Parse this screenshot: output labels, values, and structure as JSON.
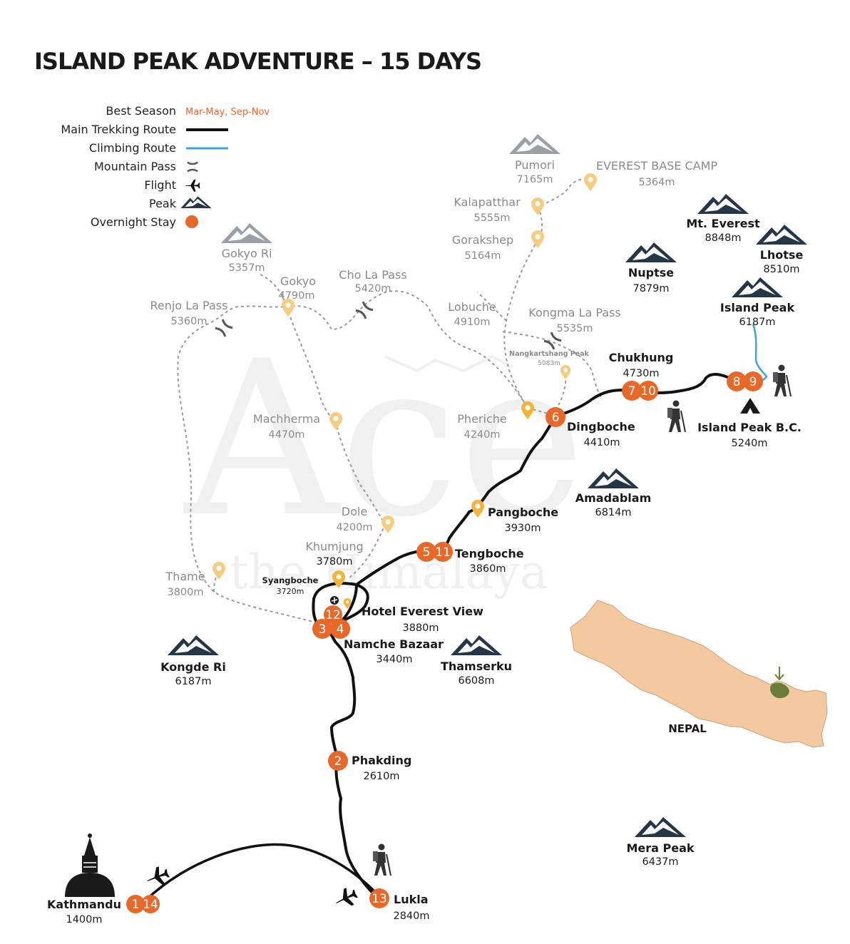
{
  "title": "ISLAND PEAK ADVENTURE – 15 DAYS",
  "legend": {
    "best_season_label": "Best Season",
    "best_season_value": "Mar-May, Sep-Nov",
    "main_route": "Main Trekking Route",
    "climbing_route": "Climbing Route",
    "mountain_pass": "Mountain Pass",
    "flight": "Flight",
    "peak": "Peak",
    "overnight": "Overnight Stay"
  },
  "colors": {
    "accent": "#e8682a",
    "main_route": "#111111",
    "climb_route": "#3aa3e0",
    "side_route": "#9a9a9a",
    "pin": "#f3b43c",
    "peak": "#253746",
    "nepal": "#f4c9a0"
  },
  "watermark": {
    "line1": "Ace",
    "line2": "the Himalaya"
  },
  "stops": {
    "kathmandu": {
      "name": "Kathmandu",
      "alt": "1400m",
      "days": [
        "1",
        "14"
      ]
    },
    "lukla": {
      "name": "Lukla",
      "alt": "2840m",
      "days": [
        "13"
      ]
    },
    "phakding": {
      "name": "Phakding",
      "alt": "2610m",
      "days": [
        "2"
      ]
    },
    "namche": {
      "name": "Namche Bazaar",
      "alt": "3440m",
      "days": [
        "3",
        "4"
      ]
    },
    "hotel": {
      "name": "Hotel Everest View",
      "alt": "3880m",
      "days": [
        "12"
      ]
    },
    "tengboche": {
      "name": "Tengboche",
      "alt": "3860m",
      "days": [
        "5",
        "11"
      ]
    },
    "pangboche": {
      "name": "Pangboche",
      "alt": "3930m"
    },
    "dingboche": {
      "name": "Dingboche",
      "alt": "4410m",
      "days": [
        "6"
      ]
    },
    "chukhung": {
      "name": "Chukhung",
      "alt": "4730m",
      "days": [
        "7",
        "10"
      ]
    },
    "ipbc": {
      "name": "Island Peak B.C.",
      "alt": "5240m",
      "days": [
        "8",
        "9"
      ]
    },
    "syangboche": {
      "name": "Syangboche",
      "alt": "3720m"
    }
  },
  "side_places": {
    "khumjung": {
      "name": "Khumjung",
      "alt": "3780m"
    },
    "thame": {
      "name": "Thame",
      "alt": "3800m"
    },
    "dole": {
      "name": "Dole",
      "alt": "4200m"
    },
    "machherma": {
      "name": "Machherma",
      "alt": "4470m"
    },
    "pheriche": {
      "name": "Pheriche",
      "alt": "4240m"
    },
    "lobuche": {
      "name": "Lobuche",
      "alt": "4910m"
    },
    "gorakshep": {
      "name": "Gorakshep",
      "alt": "5164m"
    },
    "kalapatthar": {
      "name": "Kalapatthar",
      "alt": "5555m"
    },
    "ebc": {
      "name": "EVEREST BASE CAMP",
      "alt": "5364m"
    },
    "gokyo": {
      "name": "Gokyo",
      "alt": "4790m"
    },
    "gokyo_ri": {
      "name": "Gokyo Ri",
      "alt": "5357m"
    },
    "renjo": {
      "name": "Renjo La Pass",
      "alt": "5360m"
    },
    "chola": {
      "name": "Cho La Pass",
      "alt": "5420m"
    },
    "kongma": {
      "name": "Kongma La Pass",
      "alt": "5535m"
    },
    "nangkartshang": {
      "name": "Nangkartshang Peak",
      "alt": "5083m"
    },
    "pumori": {
      "name": "Pumori",
      "alt": "7165m"
    }
  },
  "peaks": {
    "everest": {
      "name": "Mt. Everest",
      "alt": "8848m"
    },
    "lhotse": {
      "name": "Lhotse",
      "alt": "8510m"
    },
    "nuptse": {
      "name": "Nuptse",
      "alt": "7879m"
    },
    "island": {
      "name": "Island Peak",
      "alt": "6187m"
    },
    "amadablam": {
      "name": "Amadablam",
      "alt": "6814m"
    },
    "thamserku": {
      "name": "Thamserku",
      "alt": "6608m"
    },
    "kongde": {
      "name": "Kongde Ri",
      "alt": "6187m"
    },
    "mera": {
      "name": "Mera Peak",
      "alt": "6437m"
    }
  },
  "inset": {
    "label": "NEPAL"
  }
}
